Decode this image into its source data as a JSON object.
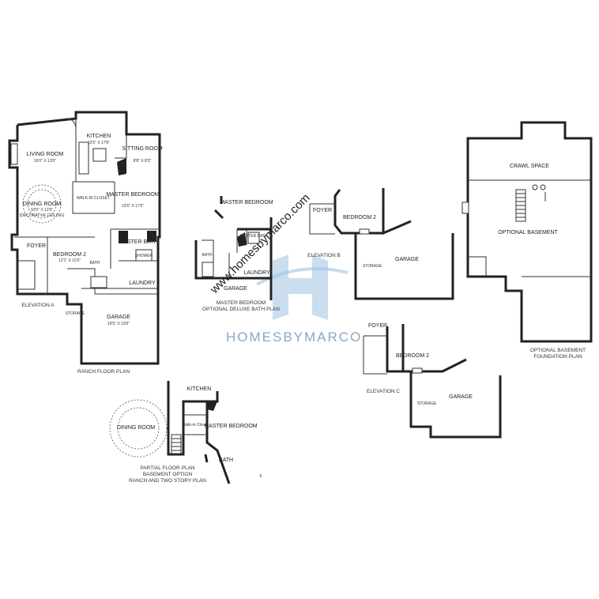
{
  "ranch": {
    "living_room": "LIVING ROOM",
    "living_dim": "16'0\" X 13'0\"",
    "kitchen": "KITCHEN",
    "kitchen_dim": "12'5\" X 17'6\"",
    "sitting_room": "SITTING ROOM",
    "sitting_dim": "8'8\" X 8'3\"",
    "dining_room": "DINING ROOM",
    "dining_dim": "10'5\" X 12'0\"",
    "decorative": "(DECORATIVE CEILING)",
    "master_bedroom": "MASTER BEDROOM",
    "master_dim": "12'6\" X 17'0\"",
    "walk_in_closet": "WALK-IN CLOSET",
    "master_bath": "MASTER BATH",
    "shower": "SHOWER",
    "foyer": "FOYER",
    "bedroom2": "BEDROOM 2",
    "bedroom2_dim": "12'1\" X 11'6\"",
    "bath": "BATH",
    "laundry": "LAUNDRY",
    "storage": "STORAGE",
    "garage": "GARAGE",
    "garage_dim": "19'5\" X 19'6\"",
    "elevation_a": "ELEVATION A",
    "caption": "RANCH FLOOR PLAN"
  },
  "deluxe": {
    "master_bedroom": "MASTER BEDROOM",
    "master_bath": "MASTER BATH",
    "bath": "BATH",
    "laundry": "LAUNDRY",
    "garage": "GARAGE",
    "caption_1": "MASTER BEDROOM",
    "caption_2": "OPTIONAL DELUXE BATH PLAN"
  },
  "elev_b": {
    "foyer": "FOYER",
    "bedroom2": "BEDROOM 2",
    "garage": "GARAGE",
    "storage": "STORAGE",
    "caption": "ELEVATION B"
  },
  "elev_c": {
    "foyer": "FOYER",
    "bedroom2": "BEDROOM 2",
    "garage": "GARAGE",
    "storage": "STORAGE",
    "caption": "ELEVATION C"
  },
  "basement": {
    "crawl_space": "CRAWL SPACE",
    "optional_basement": "OPTIONAL BASEMENT",
    "caption_1": "OPTIONAL BASEMENT",
    "caption_2": "FOUNDATION PLAN"
  },
  "partial": {
    "kitchen": "KITCHEN",
    "dining_room": "DINING ROOM",
    "walk_in_closet": "Walk-in Closet",
    "master_bedroom": "MASTER BEDROOM",
    "bath": "BATH",
    "caption_1": "PARTIAL FLOOR PLAN",
    "caption_2": "BASEMENT OPTION",
    "caption_3": "RANCH AND TWO STORY PLAN"
  },
  "watermark": {
    "url": "www.homesbymarco.com",
    "brand": "HOMESBYMARCO"
  },
  "page_mark": "6"
}
